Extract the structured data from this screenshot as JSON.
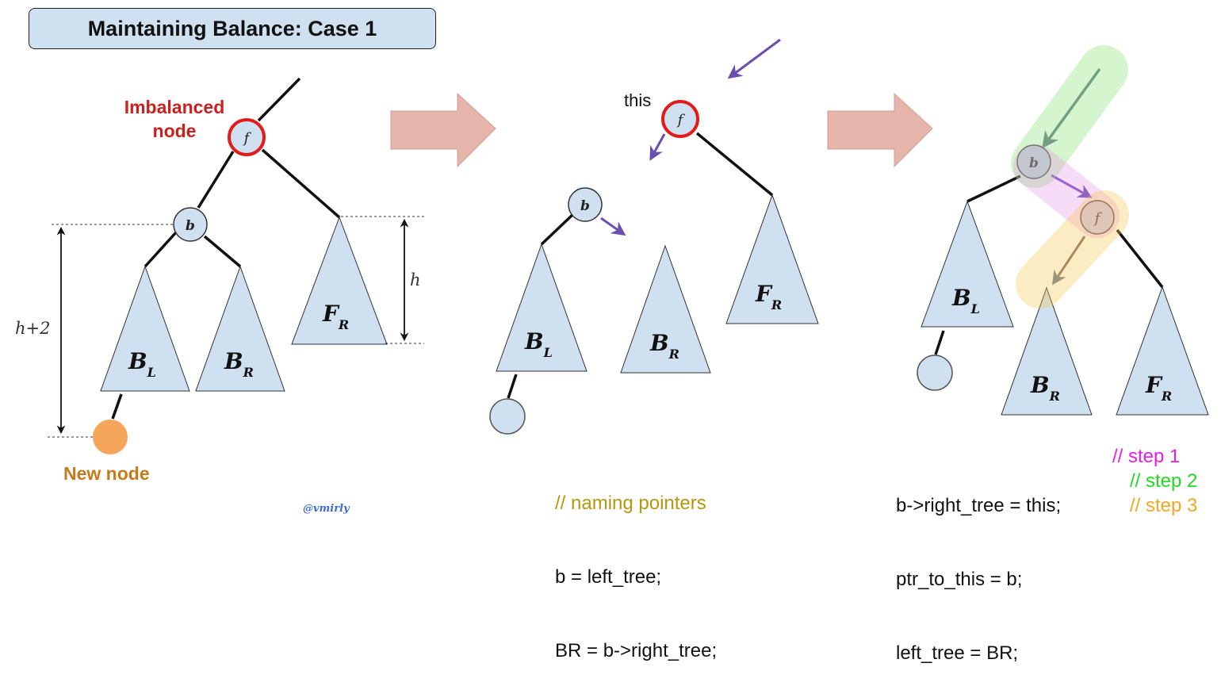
{
  "title": "Maintaining Balance: Case 1",
  "labels": {
    "imbalanced_line1": "Imbalanced",
    "imbalanced_line2": "node",
    "new_node": "New node",
    "height_left": "h+2",
    "height_right": "h",
    "this_label": "this",
    "credit": "@vmirly"
  },
  "nodes": {
    "f": "f",
    "b": "b"
  },
  "subtrees": {
    "bl": {
      "main": "B",
      "sub": "L"
    },
    "br": {
      "main": "B",
      "sub": "R"
    },
    "fr": {
      "main": "F",
      "sub": "R"
    }
  },
  "code_middle": {
    "comment": "// naming pointers",
    "line1": "b = left_tree;",
    "line2": "BR = b->right_tree;"
  },
  "code_right": {
    "line1": "b->right_tree = this;",
    "line2": "ptr_to_this = b;",
    "line3": "left_tree = BR;",
    "step1": "// step 1",
    "step2": "// step 2",
    "step3": "// step 3"
  },
  "colors": {
    "node_fill": "#cfe0f1",
    "highlight_ring": "#e31b1b",
    "new_node": "#f5a65b",
    "arrow_shape": "#e5b5ab",
    "pointer_arrow": "#6a4fb0",
    "step1_color": "#e61ee6",
    "step2_color": "#22d922",
    "step3_color": "#f5a623",
    "comment_color": "#b8960c"
  }
}
